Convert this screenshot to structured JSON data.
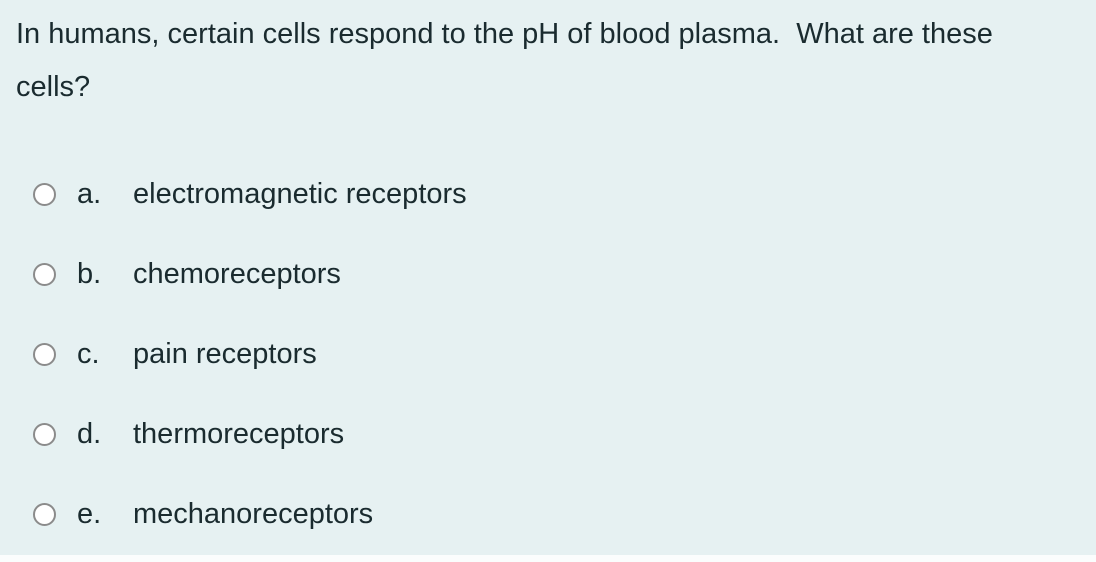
{
  "page": {
    "background_color": "#e6f1f2",
    "text_color": "#1a2b2f",
    "radio_border_color": "#8b8b8b"
  },
  "question": {
    "text": "In humans, certain cells respond to the pH of blood plasma.  What are these cells?"
  },
  "options": [
    {
      "letter": "a.",
      "label": "electromagnetic receptors"
    },
    {
      "letter": "b.",
      "label": "chemoreceptors"
    },
    {
      "letter": "c.",
      "label": "pain receptors"
    },
    {
      "letter": "d.",
      "label": "thermoreceptors"
    },
    {
      "letter": "e.",
      "label": "mechanoreceptors"
    }
  ]
}
